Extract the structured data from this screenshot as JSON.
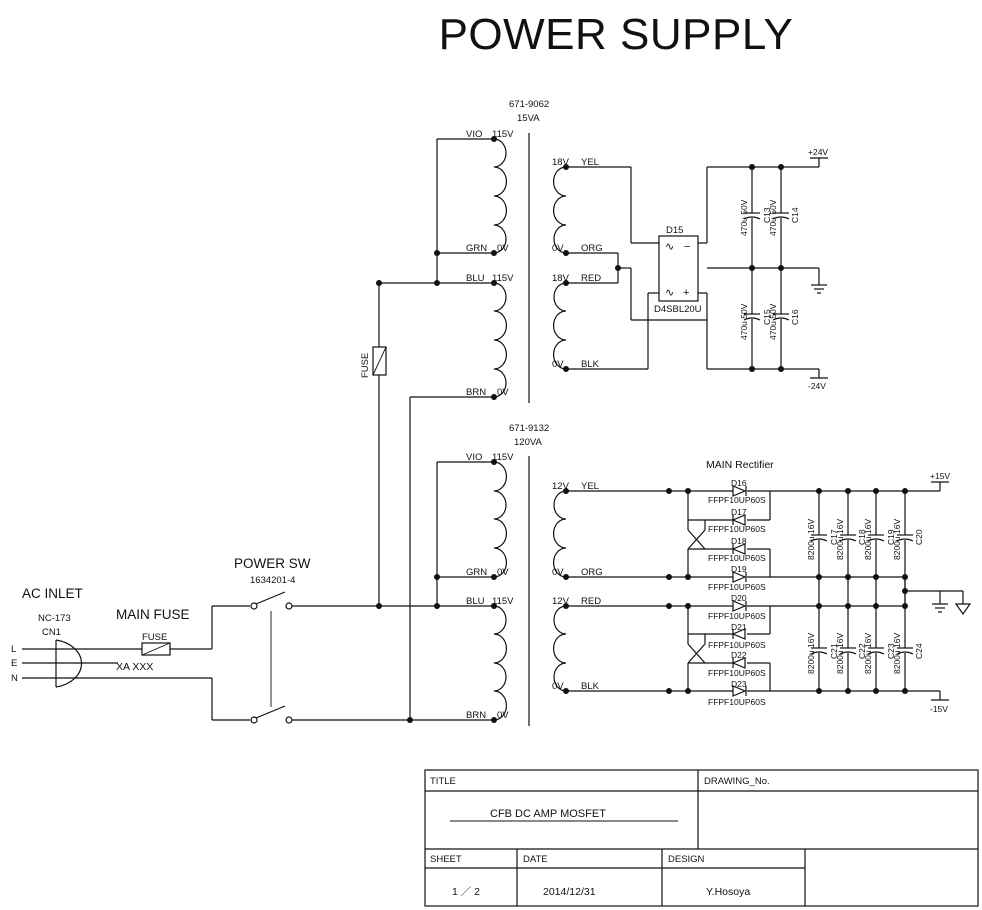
{
  "title": "POWER SUPPLY",
  "ac_inlet": {
    "label": "AC INLET",
    "part": "NC-173",
    "ref": "CN1",
    "pins": [
      "L",
      "E",
      "N"
    ]
  },
  "main_fuse": {
    "label": "MAIN FUSE",
    "fuse": "FUSE",
    "value": "XA XXX"
  },
  "power_sw": {
    "label": "POWER SW",
    "part": "1634201-4"
  },
  "fuse2": "FUSE",
  "t1": {
    "part": "671-9062",
    "rating": "15VA",
    "primary": [
      {
        "wire": "VIO",
        "volt": "115V"
      },
      {
        "wire": "GRN",
        "volt": "0V"
      },
      {
        "wire": "BLU",
        "volt": "115V"
      },
      {
        "wire": "BRN",
        "volt": "0V"
      }
    ],
    "secondary": [
      {
        "volt": "18V",
        "wire": "YEL"
      },
      {
        "volt": "0V",
        "wire": "ORG"
      },
      {
        "volt": "18V",
        "wire": "RED"
      },
      {
        "volt": "0V",
        "wire": "BLK"
      }
    ]
  },
  "bridge": {
    "ref": "D15",
    "part": "D4SBL20U"
  },
  "aux_caps": [
    {
      "ref": "C13",
      "value": "470u 50V"
    },
    {
      "ref": "C14",
      "value": "470u 50V"
    },
    {
      "ref": "C15",
      "value": "470u 50V"
    },
    {
      "ref": "C16",
      "value": "470u 50V"
    }
  ],
  "rails_aux": {
    "pos": "+24V",
    "neg": "-24V"
  },
  "t2": {
    "part": "671-9132",
    "rating": "120VA",
    "primary": [
      {
        "wire": "VIO",
        "volt": "115V"
      },
      {
        "wire": "GRN",
        "volt": "0V"
      },
      {
        "wire": "BLU",
        "volt": "115V"
      },
      {
        "wire": "BRN",
        "volt": "0V"
      }
    ],
    "secondary": [
      {
        "volt": "12V",
        "wire": "YEL"
      },
      {
        "volt": "0V",
        "wire": "ORG"
      },
      {
        "volt": "12V",
        "wire": "RED"
      },
      {
        "volt": "0V",
        "wire": "BLK"
      }
    ]
  },
  "main_rectifier": {
    "label": "MAIN Rectifier",
    "diodes": [
      {
        "ref": "D16",
        "part": "FFPF10UP60S"
      },
      {
        "ref": "D17",
        "part": "FFPF10UP60S"
      },
      {
        "ref": "D18",
        "part": "FFPF10UP60S"
      },
      {
        "ref": "D19",
        "part": "FFPF10UP60S"
      },
      {
        "ref": "D20",
        "part": "FFPF10UP60S"
      },
      {
        "ref": "D21",
        "part": "FFPF10UP60S"
      },
      {
        "ref": "D22",
        "part": "FFPF10UP60S"
      },
      {
        "ref": "D23",
        "part": "FFPF10UP60S"
      }
    ]
  },
  "main_caps": [
    {
      "ref": "C17",
      "value": "8200u 16V"
    },
    {
      "ref": "C18",
      "value": "8200u 16V"
    },
    {
      "ref": "C19",
      "value": "8200u 16V"
    },
    {
      "ref": "C20",
      "value": "8200u 16V"
    },
    {
      "ref": "C21",
      "value": "8200u 16V"
    },
    {
      "ref": "C22",
      "value": "8200u 16V"
    },
    {
      "ref": "C23",
      "value": "8200u 16V"
    },
    {
      "ref": "C24",
      "value": "8200u 16V"
    }
  ],
  "rails_main": {
    "pos": "+15V",
    "neg": "-15V"
  },
  "title_block": {
    "title_label": "TITLE",
    "drawing_label": "DRAWING_No.",
    "title_value": "CFB DC AMP MOSFET",
    "drawing_value": "",
    "sheet_label": "SHEET",
    "date_label": "DATE",
    "design_label": "DESIGN",
    "sheet_value": "1 ／ 2",
    "date_value": "2014/12/31",
    "design_value": "Y.Hosoya"
  }
}
